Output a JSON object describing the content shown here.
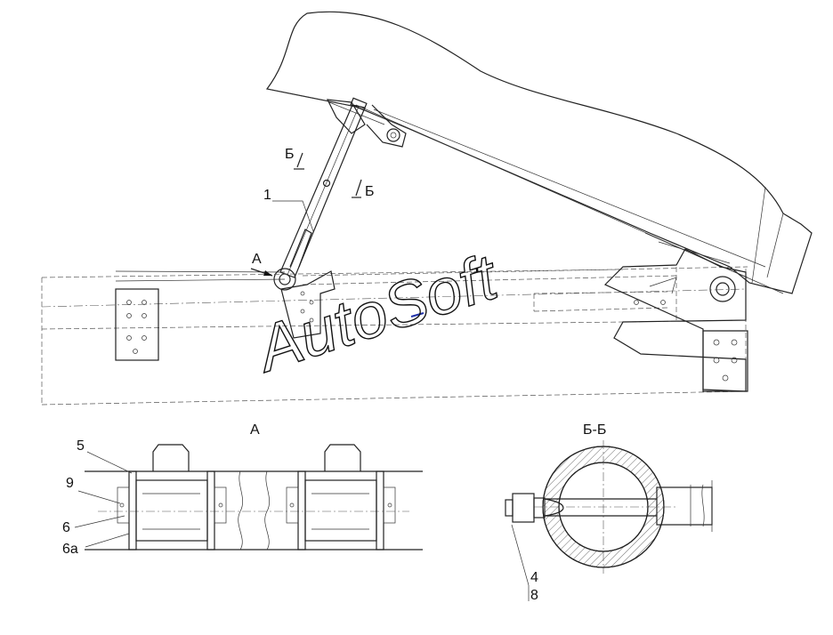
{
  "labels": {
    "part_1": "1",
    "view_a_marker": "А",
    "section_b_left": "Б",
    "section_b_right": "Б",
    "view_a_title": "А",
    "section_title": "Б-Б",
    "part_5": "5",
    "part_9": "9",
    "part_6": "6",
    "part_6a": "6а",
    "part_4": "4",
    "part_8": "8"
  },
  "watermark": "AutoSoft"
}
